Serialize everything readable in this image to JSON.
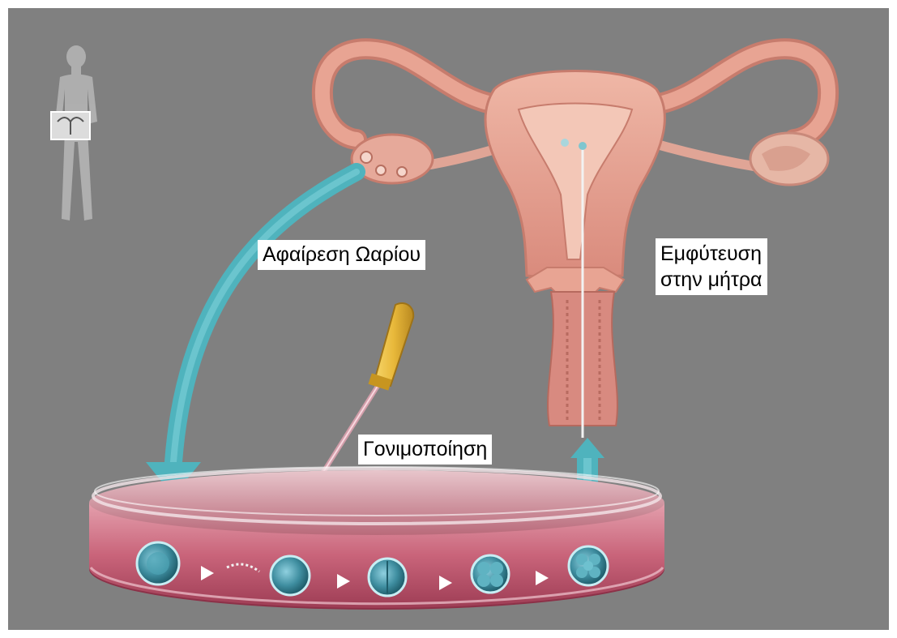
{
  "labels": {
    "egg_retrieval": "Αφαίρεση Ωαρίου",
    "fertilization": "Γονιμοποίηση",
    "implantation_line1": "Εμφύτευση",
    "implantation_line2": "στην μήτρα"
  },
  "colors": {
    "background": "#808080",
    "arrow": "#4fb3bd",
    "uterus": "#e8a493",
    "dish_liquid": "#c9647a",
    "pipette_bulb": "#e8b83a",
    "cell": "#3f8ea0"
  },
  "icons": [
    "human-figure-icon",
    "uterus-icon",
    "ovary-icon",
    "pipette-icon",
    "petri-dish-icon",
    "cell-icon",
    "play-arrow-icon"
  ]
}
